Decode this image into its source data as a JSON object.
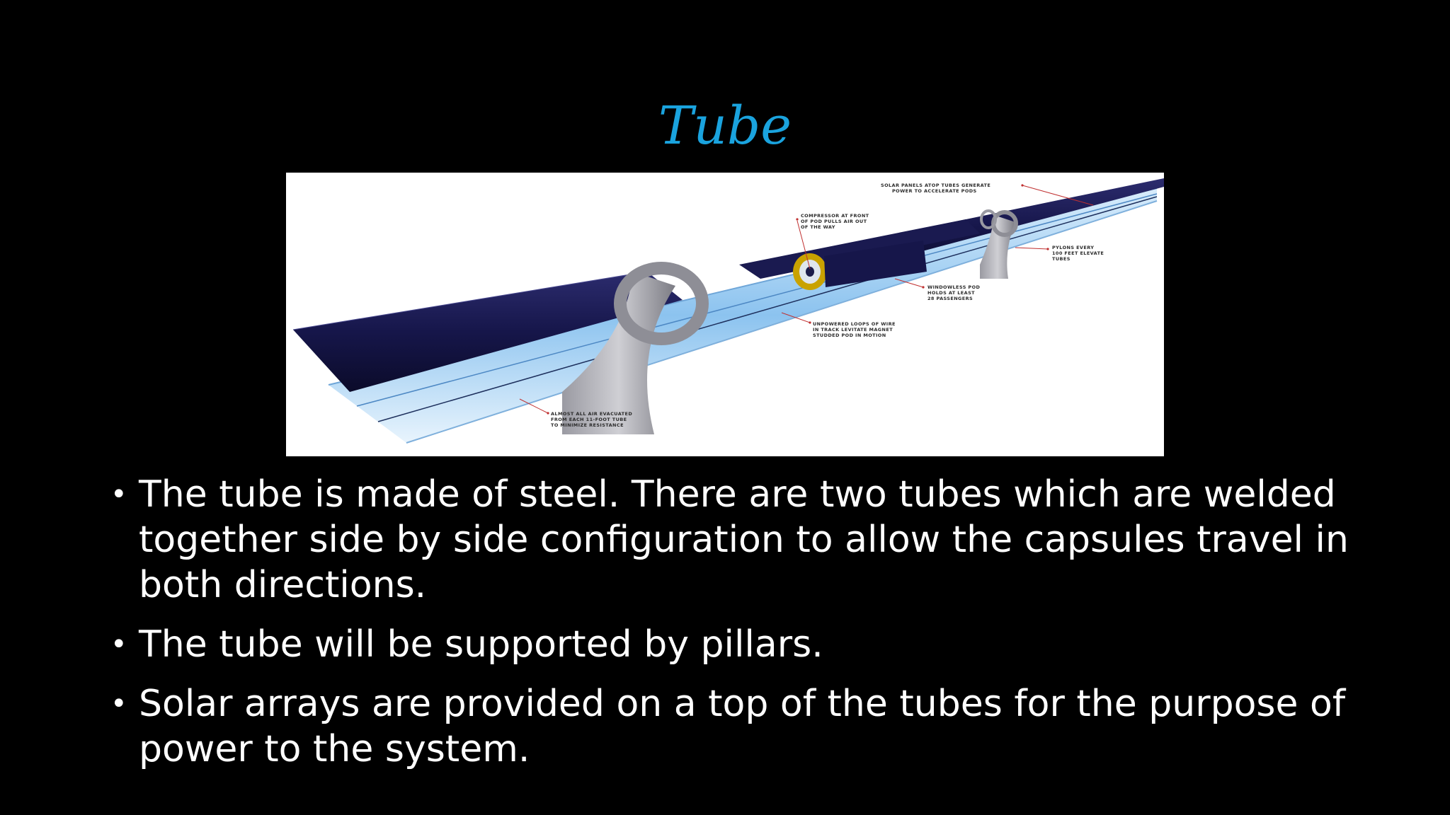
{
  "slide": {
    "title": "Tube",
    "title_color": "#1aa3de",
    "background": "#000000"
  },
  "figure": {
    "annotations": {
      "solar": [
        "SOLAR PANELS ATOP TUBES GENERATE",
        "POWER TO ACCELERATE PODS"
      ],
      "compressor": [
        "COMPRESSOR AT FRONT",
        "OF POD PULLS AIR OUT",
        "OF THE WAY"
      ],
      "pylons": [
        "PYLONS EVERY",
        "100 FEET ELEVATE",
        "TUBES"
      ],
      "pod": [
        "WINDOWLESS POD",
        "HOLDS AT LEAST",
        "28 PASSENGERS"
      ],
      "loops": [
        "UNPOWERED LOOPS OF WIRE",
        "IN TRACK LEVITATE MAGNET",
        "STUDDED POD IN MOTION"
      ],
      "air": [
        "ALMOST ALL AIR EVACUATED",
        "FROM EACH 11-FOOT TUBE",
        "TO MINIMIZE RESISTANCE"
      ]
    }
  },
  "bullets": [
    {
      "marker": "•",
      "text": "The tube is made of steel. There are two tubes which are welded together side by side configuration to allow the capsules travel in both directions."
    },
    {
      "marker": "•",
      "text": " The tube will be supported by pillars."
    },
    {
      "marker": "•",
      "text": "Solar arrays are provided on a top of the tubes for the purpose of power to the system."
    }
  ]
}
